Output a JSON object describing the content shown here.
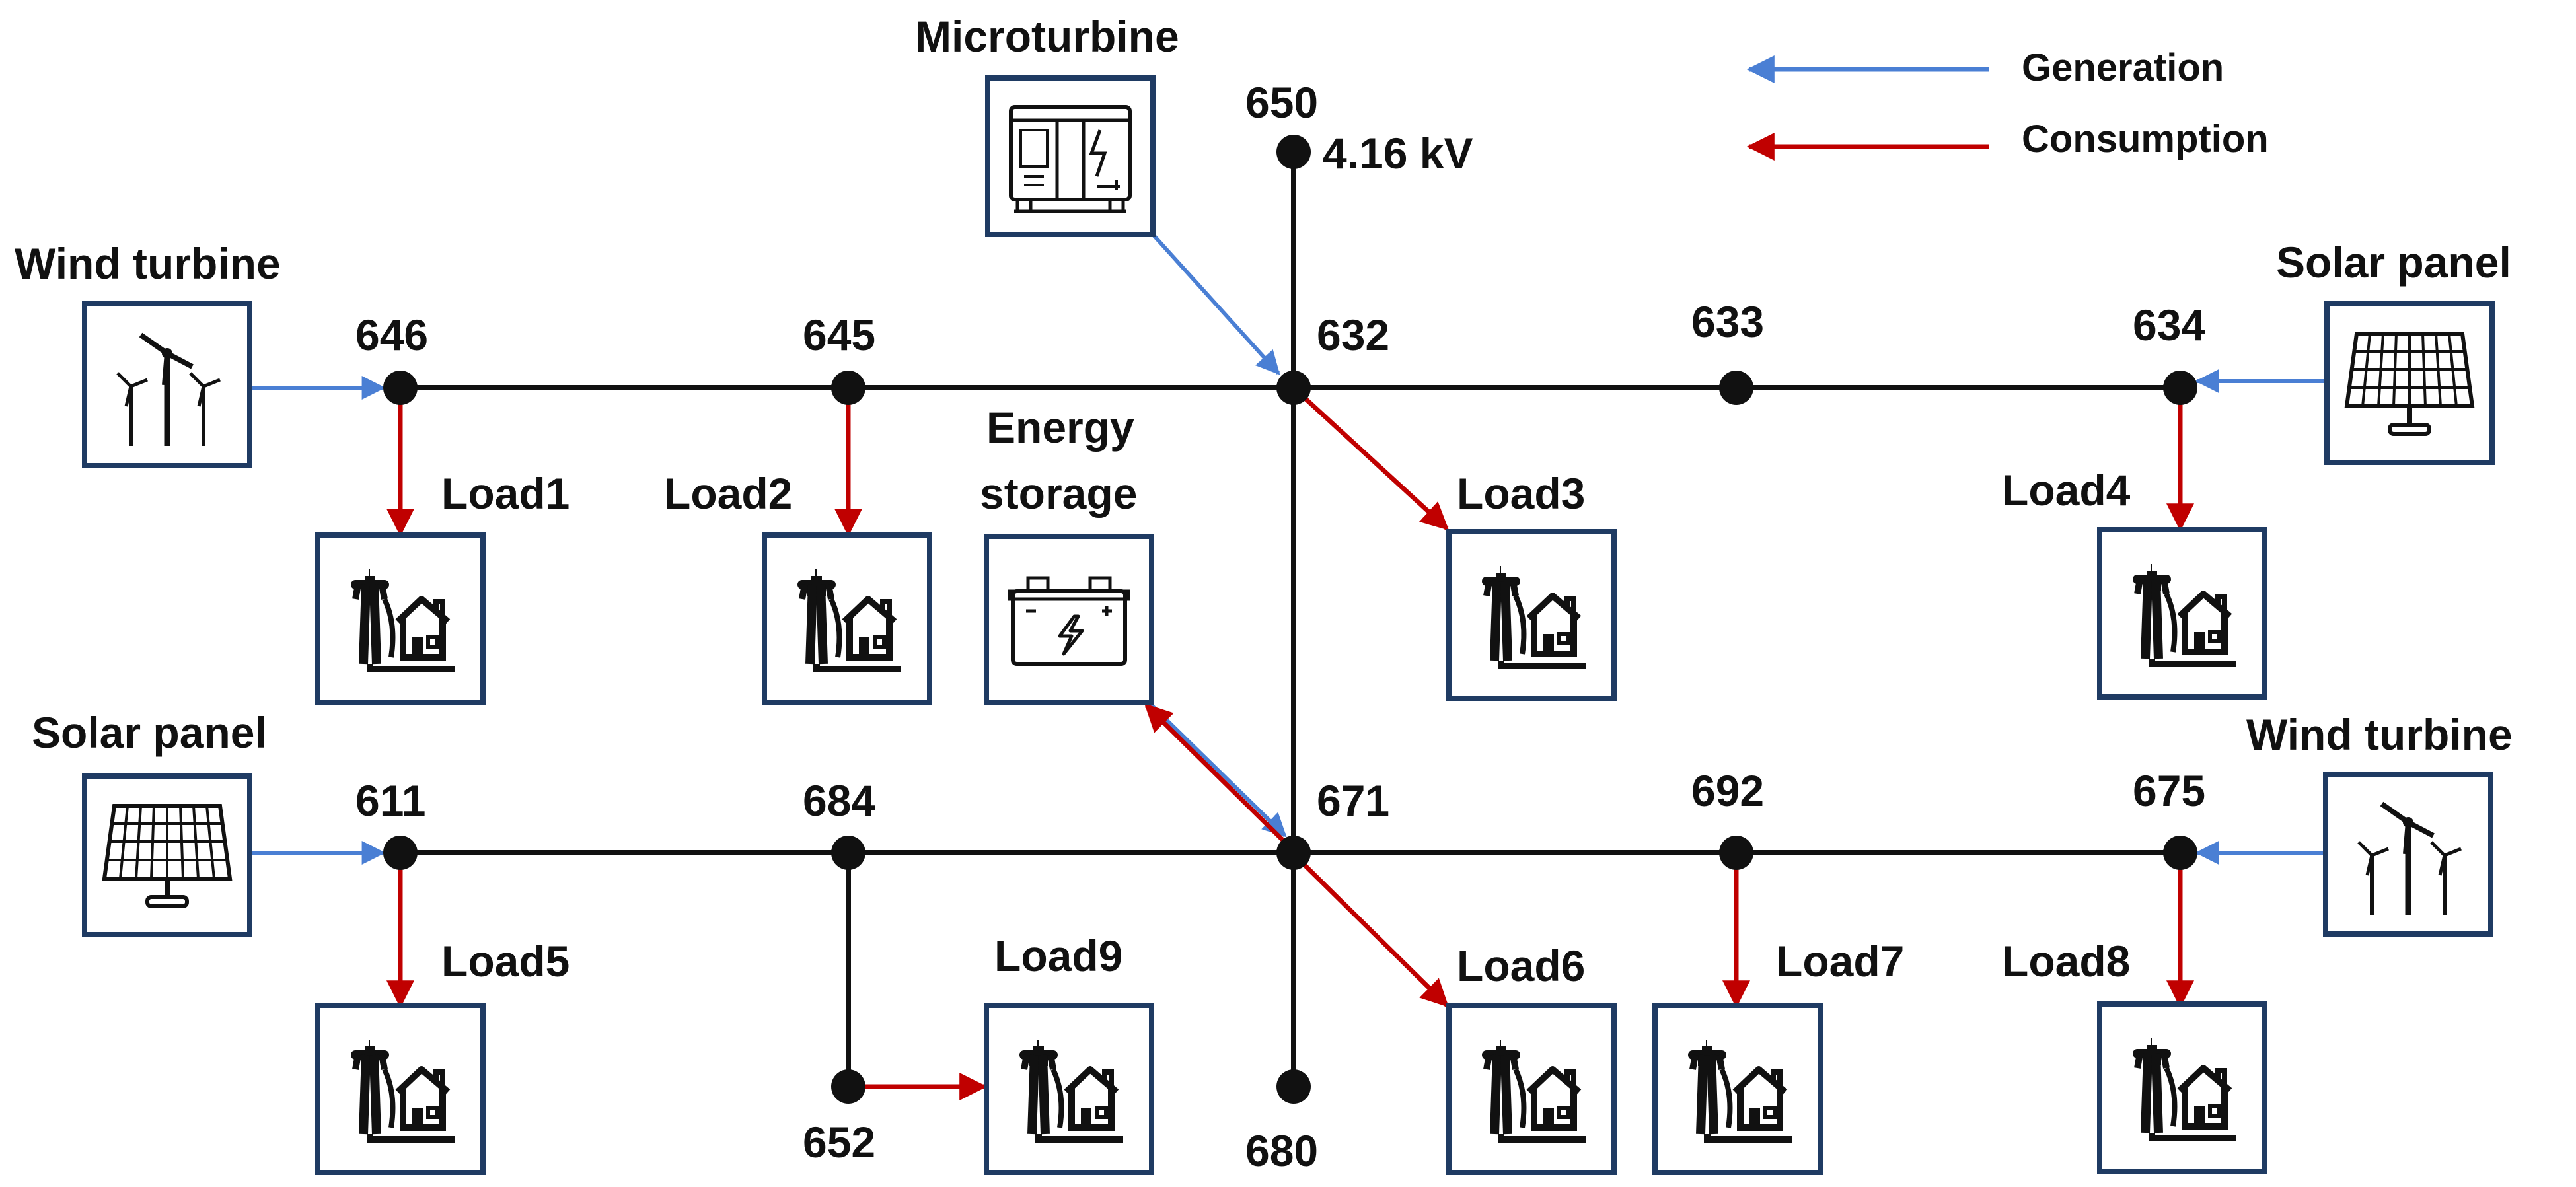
{
  "legend": {
    "generation_label": "Generation",
    "consumption_label": "Consumption"
  },
  "colors": {
    "generation": "#4a7fd4",
    "consumption": "#c00000",
    "line": "#111111",
    "box_border": "#1f3b63"
  },
  "voltage_label": "4.16 kV",
  "buses": {
    "b650": "650",
    "b646": "646",
    "b645": "645",
    "b632": "632",
    "b633": "633",
    "b634": "634",
    "b611": "611",
    "b684": "684",
    "b671": "671",
    "b692": "692",
    "b675": "675",
    "b652": "652",
    "b680": "680"
  },
  "sources": {
    "microturbine": "Microturbine",
    "wind_left": "Wind turbine",
    "wind_right": "Wind turbine",
    "solar_left": "Solar panel",
    "solar_right": "Solar panel",
    "storage_line1": "Energy",
    "storage_line2": "storage"
  },
  "loads": {
    "load1": "Load1",
    "load2": "Load2",
    "load3": "Load3",
    "load4": "Load4",
    "load5": "Load5",
    "load6": "Load6",
    "load7": "Load7",
    "load8": "Load8",
    "load9": "Load9"
  },
  "icons": {
    "load": "power-tower-house-icon",
    "wind": "wind-turbine-icon",
    "solar": "solar-panel-icon",
    "microturbine": "microturbine-generator-icon",
    "storage": "battery-icon"
  }
}
